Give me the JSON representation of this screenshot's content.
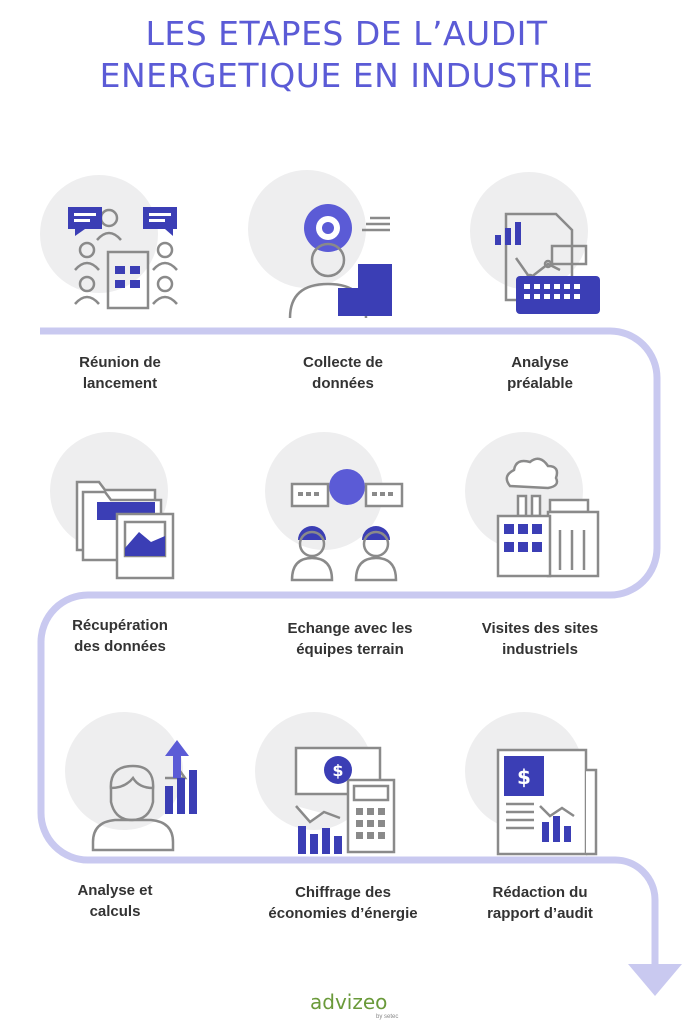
{
  "title": {
    "line1": "LES ETAPES DE L’AUDIT",
    "line2": "ENERGETIQUE EN INDUSTRIE"
  },
  "colors": {
    "accent": "#5b5bd6",
    "path": "#c9c9f0",
    "icon_gray": "#8a8a8a",
    "circle": "#eeeeef"
  },
  "steps": [
    {
      "line1": "Réunion de",
      "line2": "lancement",
      "icon": "meeting-icon"
    },
    {
      "line1": "Collecte de",
      "line2": "données",
      "icon": "data-collection-icon"
    },
    {
      "line1": "Analyse",
      "line2": "préalable",
      "icon": "analysis-icon"
    },
    {
      "line1": "Récupération",
      "line2": "des données",
      "icon": "folder-icon"
    },
    {
      "line1": "Echange avec les",
      "line2": "équipes terrain",
      "icon": "team-exchange-icon"
    },
    {
      "line1": "Visites des sites",
      "line2": "industriels",
      "icon": "factory-icon"
    },
    {
      "line1": "Analyse et",
      "line2": "calculs",
      "icon": "growth-chart-icon"
    },
    {
      "line1": "Chiffrage des",
      "line2": "économies d’énergie",
      "icon": "calculator-icon"
    },
    {
      "line1": "Rédaction du",
      "line2": "rapport d’audit",
      "icon": "report-icon"
    }
  ],
  "logo": {
    "brand": "advizeo",
    "by": "by setec"
  }
}
